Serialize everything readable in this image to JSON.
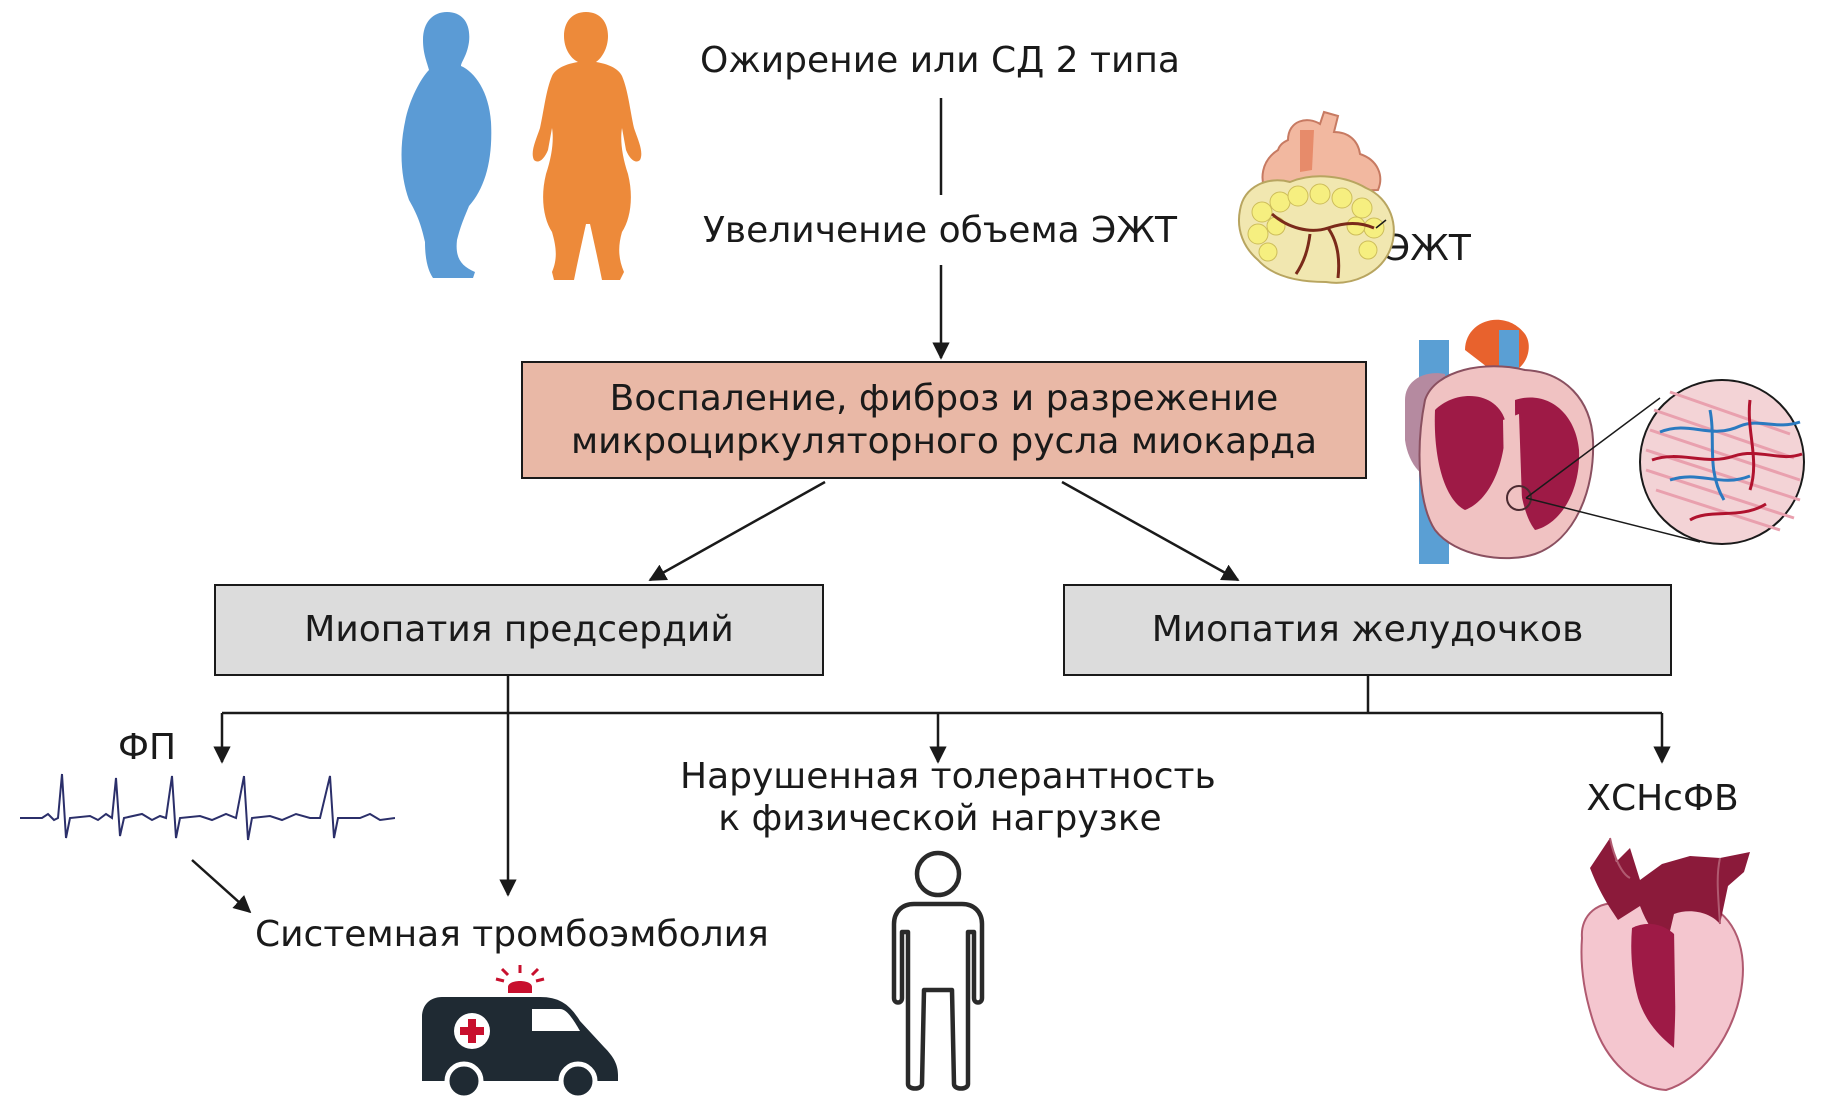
{
  "diagram": {
    "top_label_1": "Ожирение или СД 2 типа",
    "top_label_2": "Увеличение объема ЭЖТ",
    "ejt_label": "ЭЖТ",
    "central_box": {
      "line1": "Воспаление, фиброз и разрежение",
      "line2": "микроциркуляторного русла миокарда"
    },
    "left_box": "Миопатия предсердий",
    "right_box": "Миопатия желудочков",
    "af_label": "ФП",
    "thromboembolism_label": "Системная тромбоэмболия",
    "exercise_label": {
      "line1": "Нарушенная толерантность",
      "line2": "к физической нагрузке"
    },
    "hfpef_label": "ХСНсФВ"
  },
  "colors": {
    "central_box_fill": "#e9b8a6",
    "myopathy_box_fill": "#dcdcdc",
    "silhouette_blue": "#5b9bd5",
    "silhouette_orange": "#ed8a3a",
    "ambulance": "#1f2a33",
    "ambulance_cross": "#c8102e",
    "myocardium": "#8b1a3a",
    "ecg_trace": "#2b2f6a"
  },
  "icons": [
    "obese-silhouette-icon",
    "female-silhouette-icon",
    "heart-epicardial-fat-icon",
    "heart-cross-section-icon",
    "myocardium-magnifier-icon",
    "ecg-trace-icon",
    "ambulance-icon",
    "person-outline-icon",
    "heart-hfpef-icon"
  ]
}
